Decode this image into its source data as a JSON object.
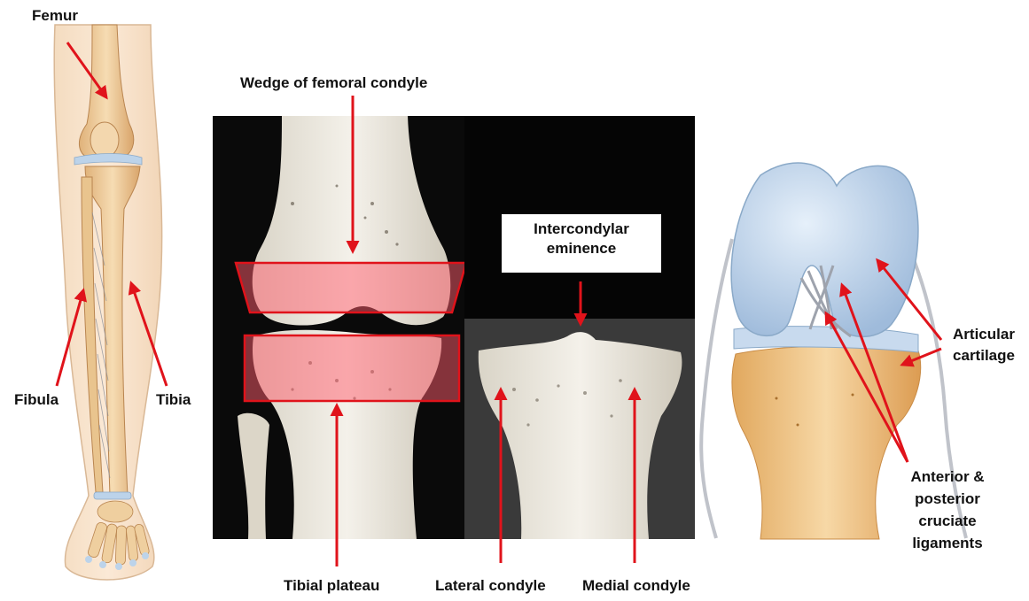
{
  "labels": {
    "femur": "Femur",
    "fibula": "Fibula",
    "tibia": "Tibia",
    "wedge": "Wedge of femoral condyle",
    "intercondylar_line1": "Intercondylar",
    "intercondylar_line2": "eminence",
    "tibial_plateau": "Tibial plateau",
    "lateral_condyle": "Lateral condyle",
    "medial_condyle": "Medial condyle",
    "articular_line1": "Articular",
    "articular_line2": "cartilage",
    "cruciate_line1": "Anterior &",
    "cruciate_line2": "posterior",
    "cruciate_line3": "cruciate",
    "cruciate_line4": "ligaments"
  },
  "colors": {
    "arrow": "#e0131b",
    "bone": "#f1ede4",
    "bone_illustration": "#e8c48f",
    "cartilage": "#bcd3ea",
    "highlight": "#ff5c6c",
    "photo_background": "#0a0a0a"
  }
}
